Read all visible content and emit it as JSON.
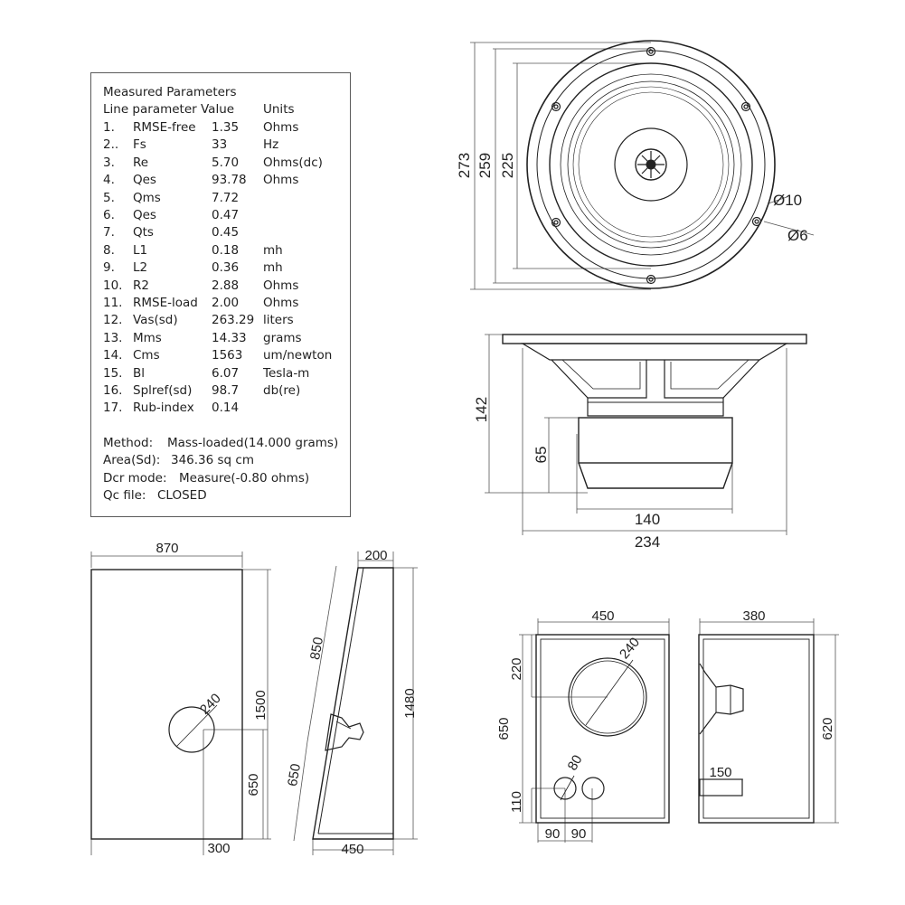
{
  "parameters": {
    "title": "Measured Parameters",
    "header": {
      "line": "Line parameter",
      "value": "Value",
      "units": "Units"
    },
    "rows": [
      {
        "num": "1.",
        "name": "RMSE-free",
        "value": "1.35",
        "unit": "Ohms"
      },
      {
        "num": "2..",
        "name": "Fs",
        "value": "33",
        "unit": "Hz"
      },
      {
        "num": "3.",
        "name": "Re",
        "value": "5.70",
        "unit": "Ohms(dc)"
      },
      {
        "num": "4.",
        "name": "Qes",
        "value": "93.78",
        "unit": "Ohms"
      },
      {
        "num": "5.",
        "name": "Qms",
        "value": "7.72",
        "unit": ""
      },
      {
        "num": "6.",
        "name": "Qes",
        "value": "0.47",
        "unit": ""
      },
      {
        "num": "7.",
        "name": "Qts",
        "value": "0.45",
        "unit": ""
      },
      {
        "num": "8.",
        "name": "L1",
        "value": "0.18",
        "unit": "mh"
      },
      {
        "num": "9.",
        "name": "L2",
        "value": "0.36",
        "unit": "mh"
      },
      {
        "num": "10.",
        "name": "R2",
        "value": "2.88",
        "unit": "Ohms"
      },
      {
        "num": "11.",
        "name": "RMSE-load",
        "value": "2.00",
        "unit": "Ohms"
      },
      {
        "num": "12.",
        "name": "Vas(sd)",
        "value": "263.29",
        "unit": "liters"
      },
      {
        "num": "13.",
        "name": "Mms",
        "value": "14.33",
        "unit": "grams"
      },
      {
        "num": "14.",
        "name": "Cms",
        "value": "1563",
        "unit": "um/newton"
      },
      {
        "num": "15.",
        "name": "Bl",
        "value": "6.07",
        "unit": "Tesla-m"
      },
      {
        "num": "16.",
        "name": "Splref(sd)",
        "value": "98.7",
        "unit": "db(re)"
      },
      {
        "num": "17.",
        "name": "Rub-index",
        "value": "0.14",
        "unit": ""
      }
    ],
    "footer": [
      {
        "label": "Method:",
        "value": "Mass-loaded(14.000 grams)"
      },
      {
        "label": "Area(Sd):",
        "value": "346.36 sq cm"
      },
      {
        "label": "Dcr mode:",
        "value": "Measure(-0.80 ohms)"
      },
      {
        "label": "Qc file:",
        "value": "CLOSED"
      }
    ]
  },
  "dimensions": {
    "front_outer": "273",
    "front_mount": "259",
    "front_cutout": "225",
    "hole_large": "Ø10",
    "hole_small": "Ø6",
    "side_depth": "142",
    "side_magnet": "65",
    "side_magnet_dia": "140",
    "side_frame": "234",
    "cab1_width": "870",
    "cab1_height": "1500",
    "cab1_port_dia": "240",
    "cab1_port_height": "650",
    "cab1_port_offset": "300",
    "cab2_top": "200",
    "cab2_upper_slant": "850",
    "cab2_lower_slant": "650",
    "cab2_height": "1480",
    "cab2_bottom": "450",
    "cab3_width": "450",
    "cab3_top_to_center": "220",
    "cab3_height": "650",
    "cab3_driver_dia": "240",
    "cab3_port_dia": "80",
    "cab3_port_height": "110",
    "cab3_port_x1": "90",
    "cab3_port_x2": "90",
    "cab4_depth": "380",
    "cab4_height": "620",
    "cab4_port_len": "150"
  }
}
